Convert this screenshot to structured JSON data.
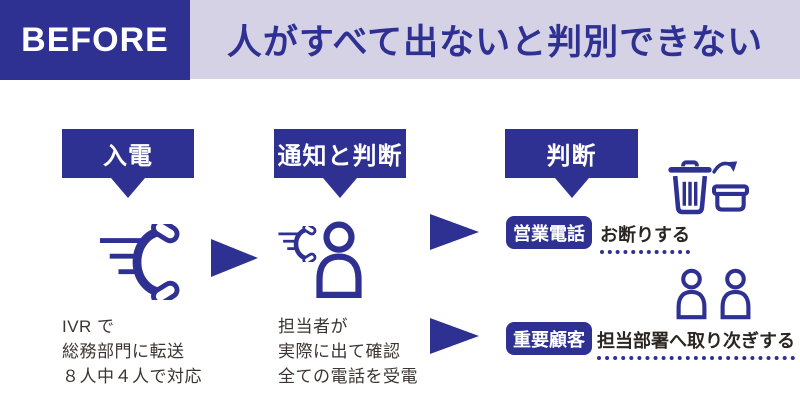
{
  "colors": {
    "primary": "#2e3192",
    "lavender": "#d5d2e6",
    "body_text": "#3b3430",
    "action_text": "#2b2622",
    "background": "#ffffff"
  },
  "header": {
    "badge": "BEFORE",
    "title": "人がすべて出ないと判別できない"
  },
  "steps": [
    {
      "label": "入電",
      "icon": "incoming-call-icon",
      "description_lines": [
        "IVR で",
        "総務部門に転送",
        "８人中４人で対応"
      ]
    },
    {
      "label": "通知と判断",
      "icon": "person-answering-phone-icon",
      "description_lines": [
        "担当者が",
        "実際に出て確認",
        "全ての電話を受電"
      ]
    },
    {
      "label": "判断",
      "icon": ""
    }
  ],
  "outcomes": [
    {
      "badge": "営業電話",
      "action": "お断りする",
      "icon": "trash-discard-icon"
    },
    {
      "badge": "重要顧客",
      "action": "担当部署へ取り次ぎする",
      "icon": "two-people-icon"
    }
  ]
}
